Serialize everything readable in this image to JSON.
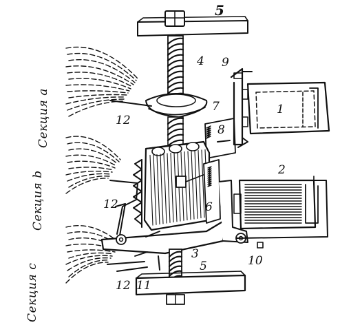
{
  "figure": {
    "sections": [
      "Секция a",
      "Секция b",
      "Секция c"
    ],
    "callouts": {
      "n1": "1",
      "n2": "2",
      "n3": "3",
      "n4": "4",
      "n5_top": "5",
      "n5_bottom": "5",
      "n6": "6",
      "n7": "7",
      "n8": "8",
      "n9": "9",
      "n10": "10",
      "n11": "11",
      "n12_a": "12",
      "n12_b": "12",
      "n12_c": "12"
    }
  }
}
